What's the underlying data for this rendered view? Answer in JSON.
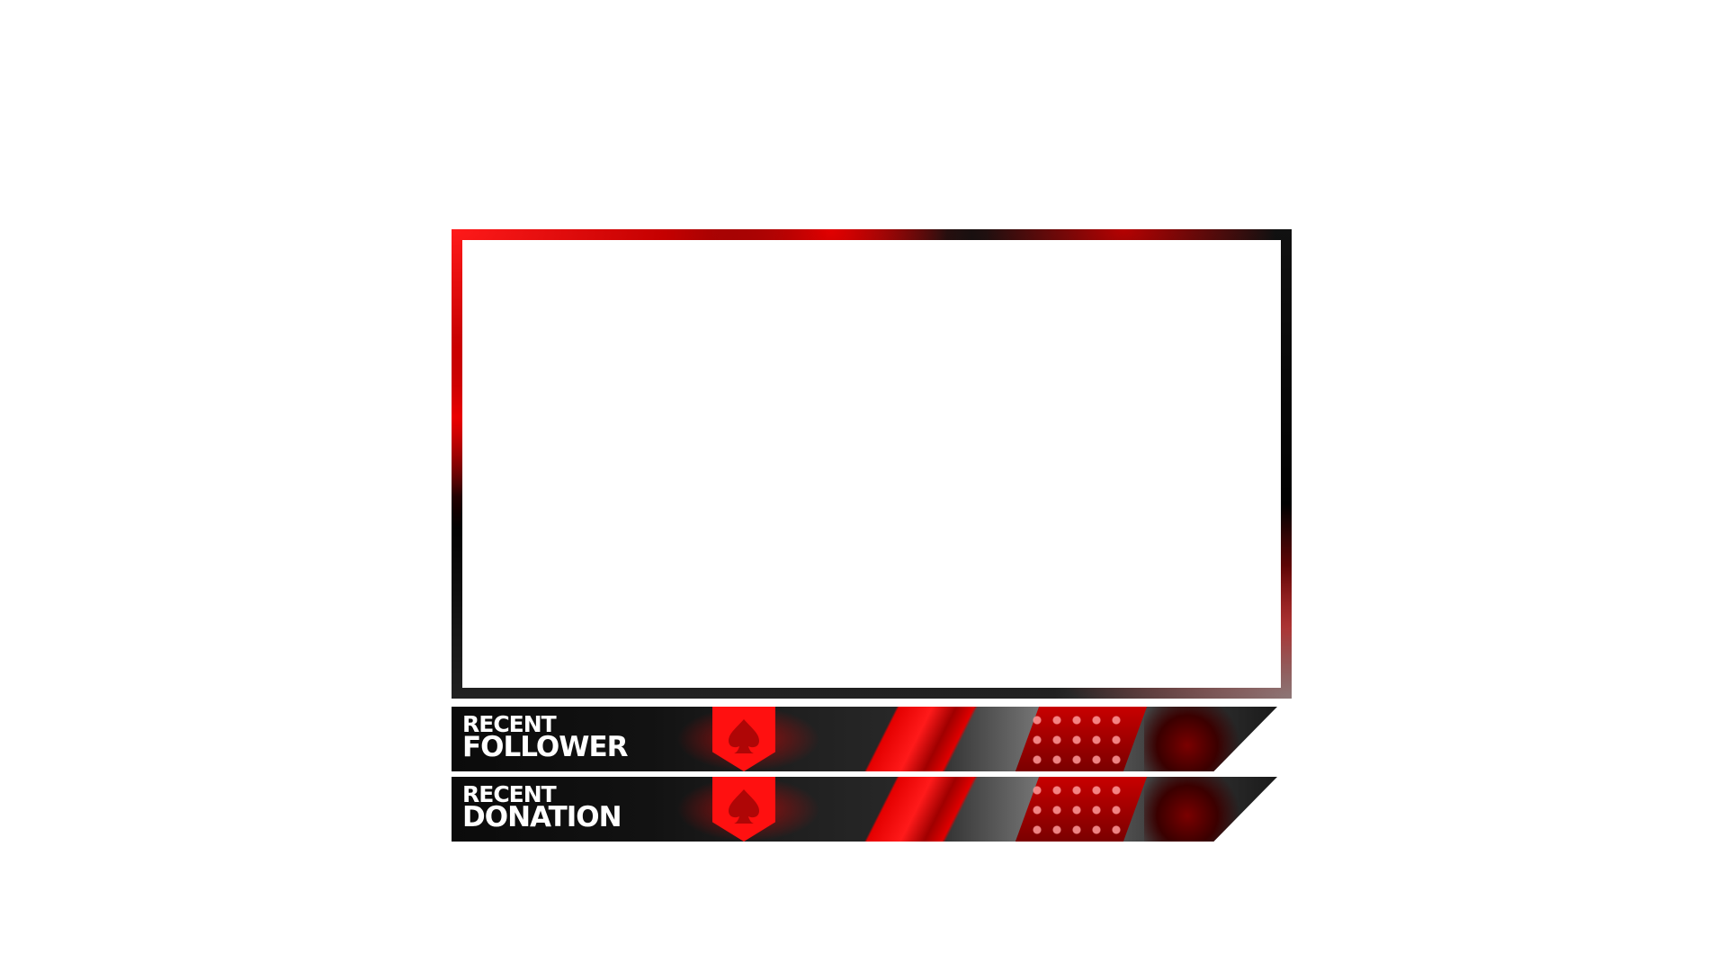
{
  "overlay": {
    "accent_color": "#e40000",
    "frame_color": "#000000"
  },
  "alerts": {
    "follower": {
      "line1": "RECENT",
      "line2": "FOLLOWER"
    },
    "donation": {
      "line1": "RECENT",
      "line2": "DONATION"
    }
  },
  "icons": {
    "spade": "spade-icon",
    "dice": "dice-icon",
    "roulette": "roulette-wheel-icon"
  }
}
